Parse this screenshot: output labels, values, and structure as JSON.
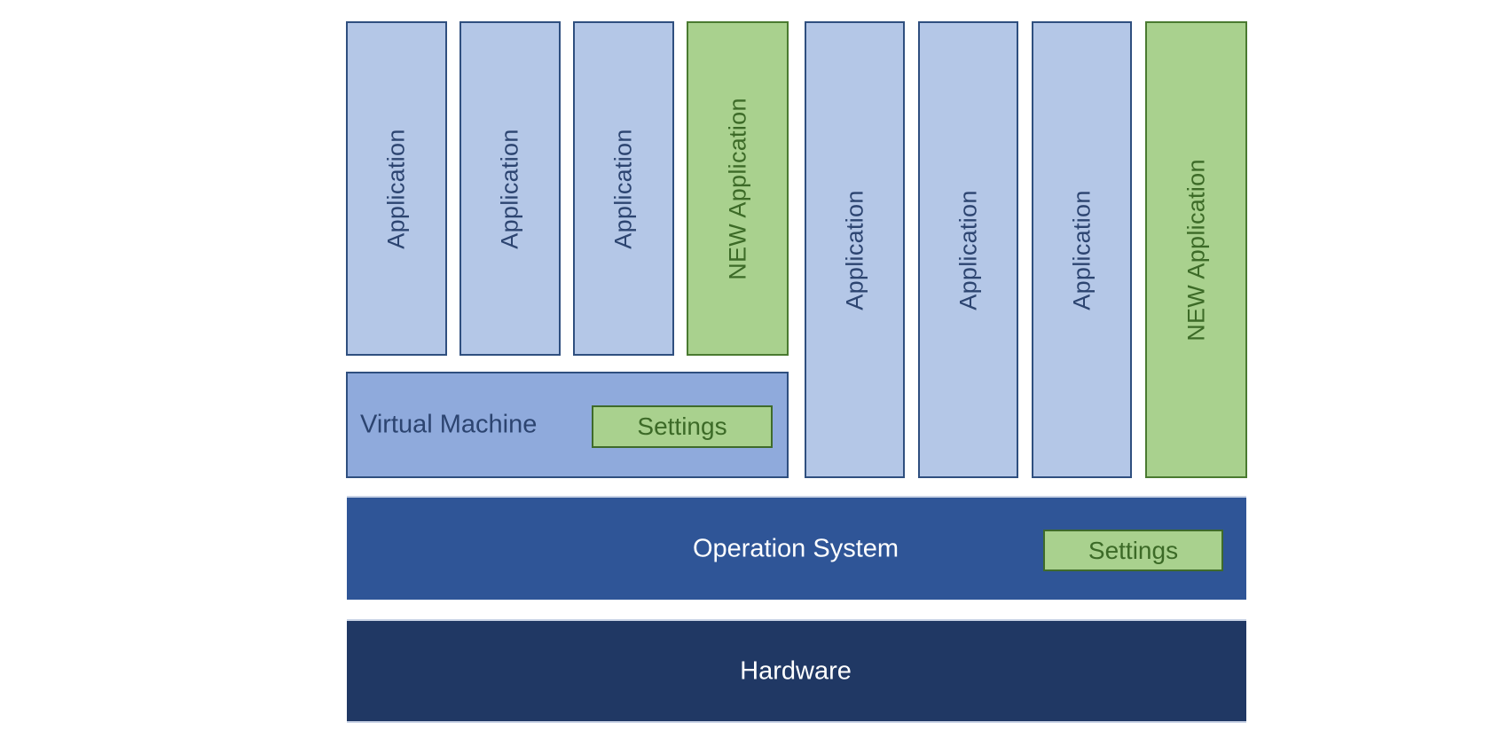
{
  "diagram": {
    "vm_applications": [
      {
        "label": "Application",
        "kind": "existing"
      },
      {
        "label": "Application",
        "kind": "existing"
      },
      {
        "label": "Application",
        "kind": "existing"
      },
      {
        "label": "NEW Application",
        "kind": "new"
      }
    ],
    "virtual_machine": {
      "label": "Virtual Machine",
      "settings_label": "Settings"
    },
    "host_applications": [
      {
        "label": "Application",
        "kind": "existing"
      },
      {
        "label": "Application",
        "kind": "existing"
      },
      {
        "label": "Application",
        "kind": "existing"
      },
      {
        "label": "NEW Application",
        "kind": "new"
      }
    ],
    "operating_system": {
      "label": "Operation System",
      "settings_label": "Settings"
    },
    "hardware": {
      "label": "Hardware"
    },
    "colors": {
      "application_fill": "#b4c7e7",
      "new_application_fill": "#a9d18e",
      "virtual_machine_fill": "#8faadc",
      "operating_system_fill": "#2f5597",
      "hardware_fill": "#203864"
    }
  }
}
